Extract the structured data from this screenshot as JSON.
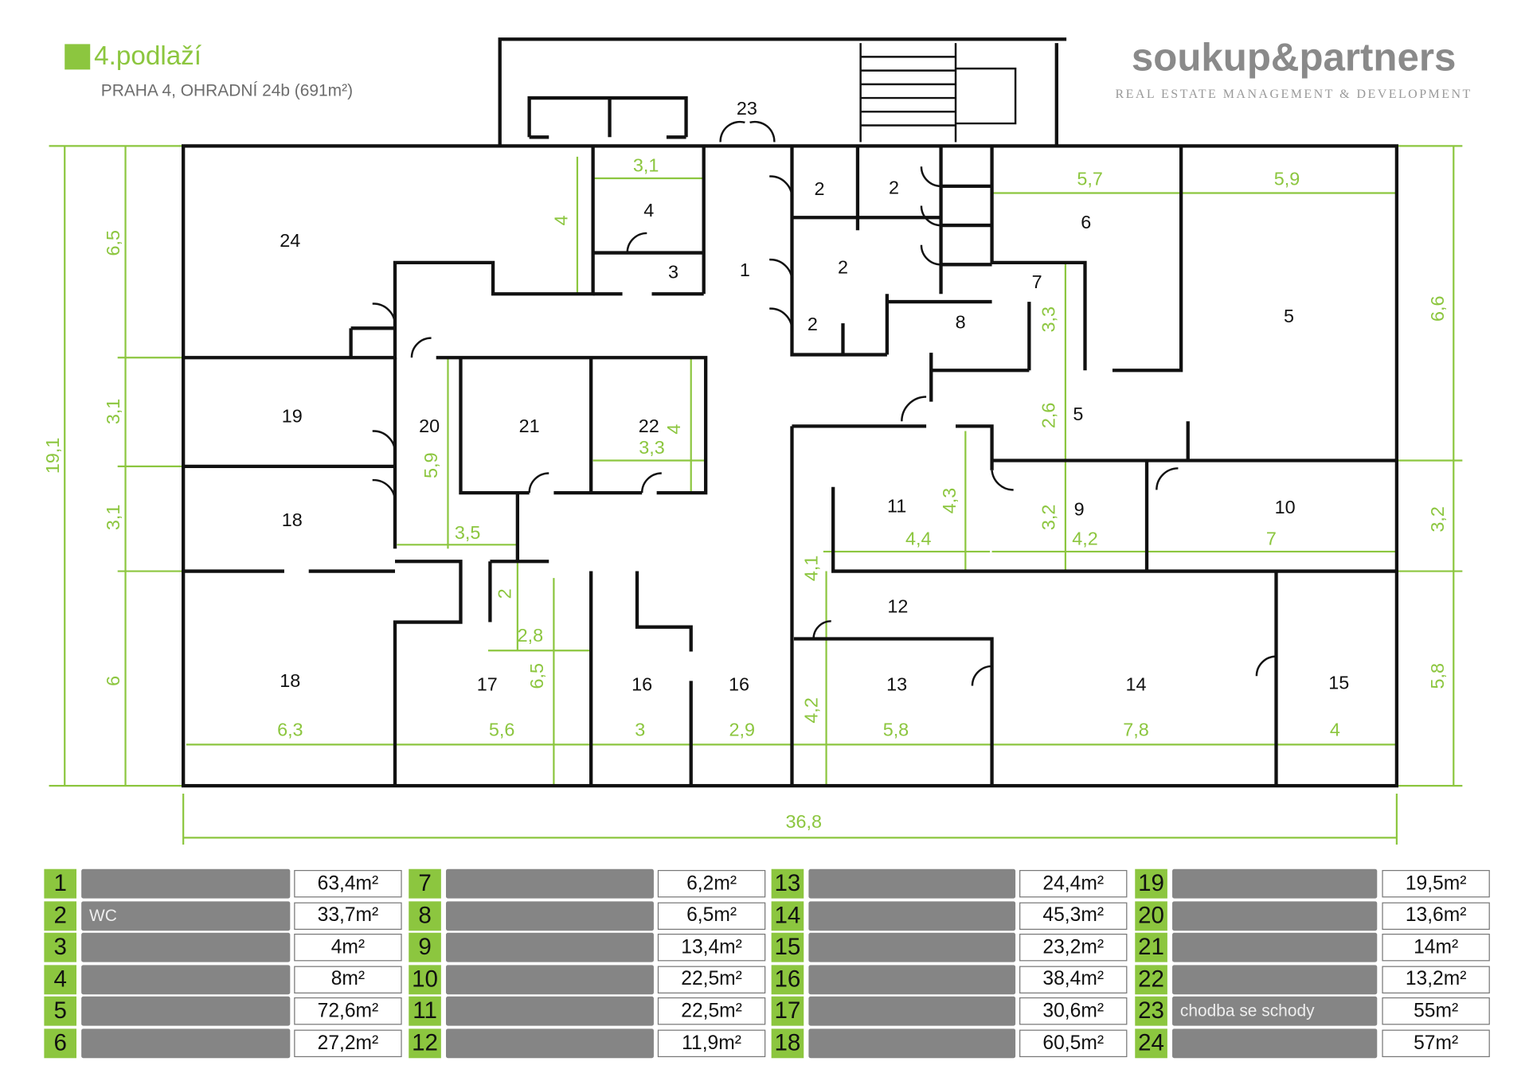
{
  "header": {
    "title": "4.podlaží",
    "subtitle": "PRAHA 4, OHRADNÍ 24b  (691m²)"
  },
  "watermark": {
    "brand": "soukup&partners",
    "tagline": "REAL ESTATE MANAGEMENT & DEVELOPMENT"
  },
  "colors": {
    "accent": "#8cc63f",
    "name_cell": "#858585"
  },
  "rooms": [
    "24",
    "4",
    "3",
    "1",
    "2",
    "2",
    "2",
    "2",
    "8",
    "7",
    "6",
    "5",
    "5",
    "19",
    "20",
    "21",
    "22",
    "18",
    "11",
    "9",
    "10",
    "12",
    "18",
    "17",
    "16",
    "16",
    "13",
    "14",
    "15",
    "23"
  ],
  "dims": [
    "3,1",
    "5,7",
    "5,9",
    "6,5",
    "19,1",
    "3,1",
    "3,1",
    "6",
    "6,6",
    "3,2",
    "5,8",
    "4",
    "3,3",
    "2,6",
    "3,2",
    "4,2",
    "7",
    "5,9",
    "3,5",
    "4",
    "3,3",
    "4,3",
    "4,4",
    "4,1",
    "2",
    "2,8",
    "6,5",
    "4,2",
    "6,3",
    "5,6",
    "3",
    "2,9",
    "5,8",
    "7,8",
    "4",
    "36,8"
  ],
  "table": [
    {
      "num": "1",
      "name": "",
      "area": "63,4m²"
    },
    {
      "num": "2",
      "name": "WC",
      "area": "33,7m²"
    },
    {
      "num": "3",
      "name": "",
      "area": "4m²"
    },
    {
      "num": "4",
      "name": "",
      "area": "8m²"
    },
    {
      "num": "5",
      "name": "",
      "area": "72,6m²"
    },
    {
      "num": "6",
      "name": "",
      "area": "27,2m²"
    },
    {
      "num": "7",
      "name": "",
      "area": "6,2m²"
    },
    {
      "num": "8",
      "name": "",
      "area": "6,5m²"
    },
    {
      "num": "9",
      "name": "",
      "area": "13,4m²"
    },
    {
      "num": "10",
      "name": "",
      "area": "22,5m²"
    },
    {
      "num": "11",
      "name": "",
      "area": "22,5m²"
    },
    {
      "num": "12",
      "name": "",
      "area": "11,9m²"
    },
    {
      "num": "13",
      "name": "",
      "area": "24,4m²"
    },
    {
      "num": "14",
      "name": "",
      "area": "45,3m²"
    },
    {
      "num": "15",
      "name": "",
      "area": "23,2m²"
    },
    {
      "num": "16",
      "name": "",
      "area": "38,4m²"
    },
    {
      "num": "17",
      "name": "",
      "area": "30,6m²"
    },
    {
      "num": "18",
      "name": "",
      "area": "60,5m²"
    },
    {
      "num": "19",
      "name": "",
      "area": "19,5m²"
    },
    {
      "num": "20",
      "name": "",
      "area": "13,6m²"
    },
    {
      "num": "21",
      "name": "",
      "area": "14m²"
    },
    {
      "num": "22",
      "name": "",
      "area": "13,2m²"
    },
    {
      "num": "23",
      "name": "chodba se schody",
      "area": "55m²"
    },
    {
      "num": "24",
      "name": "",
      "area": "57m²"
    }
  ]
}
